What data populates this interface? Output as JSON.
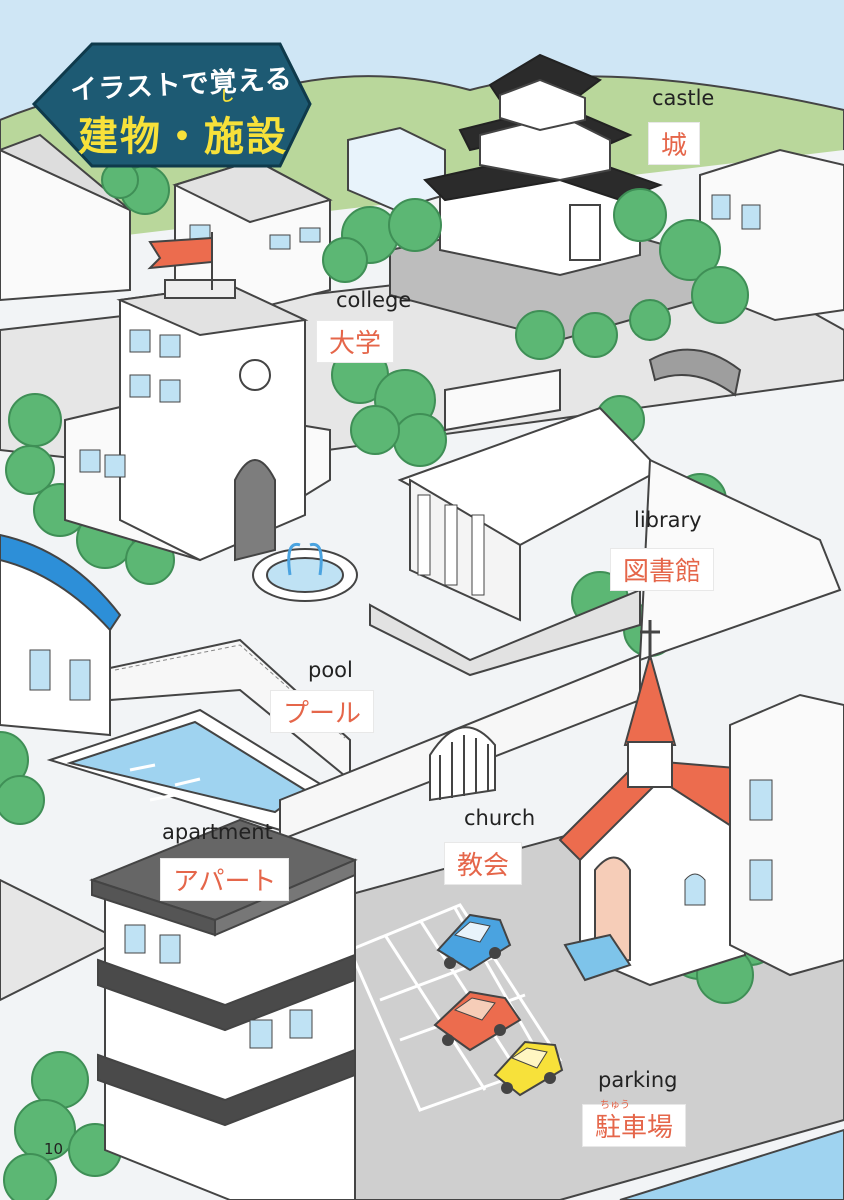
{
  "title": {
    "line1": "イラストで覚える",
    "ruby": "し",
    "line2": "建物・施設"
  },
  "labels": {
    "castle": {
      "en": "castle",
      "ja": "城"
    },
    "college": {
      "en": "college",
      "ja": "大学"
    },
    "library": {
      "en": "library",
      "ja": "図書館"
    },
    "pool": {
      "en": "pool",
      "ja": "プール"
    },
    "apartment": {
      "en": "apartment",
      "ja": "アパート"
    },
    "church": {
      "en": "church",
      "ja": "教会"
    },
    "parking": {
      "en": "parking",
      "ja": "駐車場",
      "ruby": "ちゅう"
    }
  },
  "page_number": "10",
  "colors": {
    "sky": "#cfe6f5",
    "hills": "#b9d79b",
    "road": "#e6e6e6",
    "plaza": "#f2f4f6",
    "tree": "#5cb774",
    "tree_dark": "#3f8f56",
    "roof_red": "#ec6c4e",
    "pool_blue": "#9fd3f0",
    "badge": "#1d5a73",
    "title_white": "#ffffff",
    "title_yellow": "#f7e13a",
    "label_text": "#e5664a",
    "car_blue": "#4aa3e0",
    "car_red": "#ec6c4e",
    "car_yellow": "#f7e13a"
  }
}
